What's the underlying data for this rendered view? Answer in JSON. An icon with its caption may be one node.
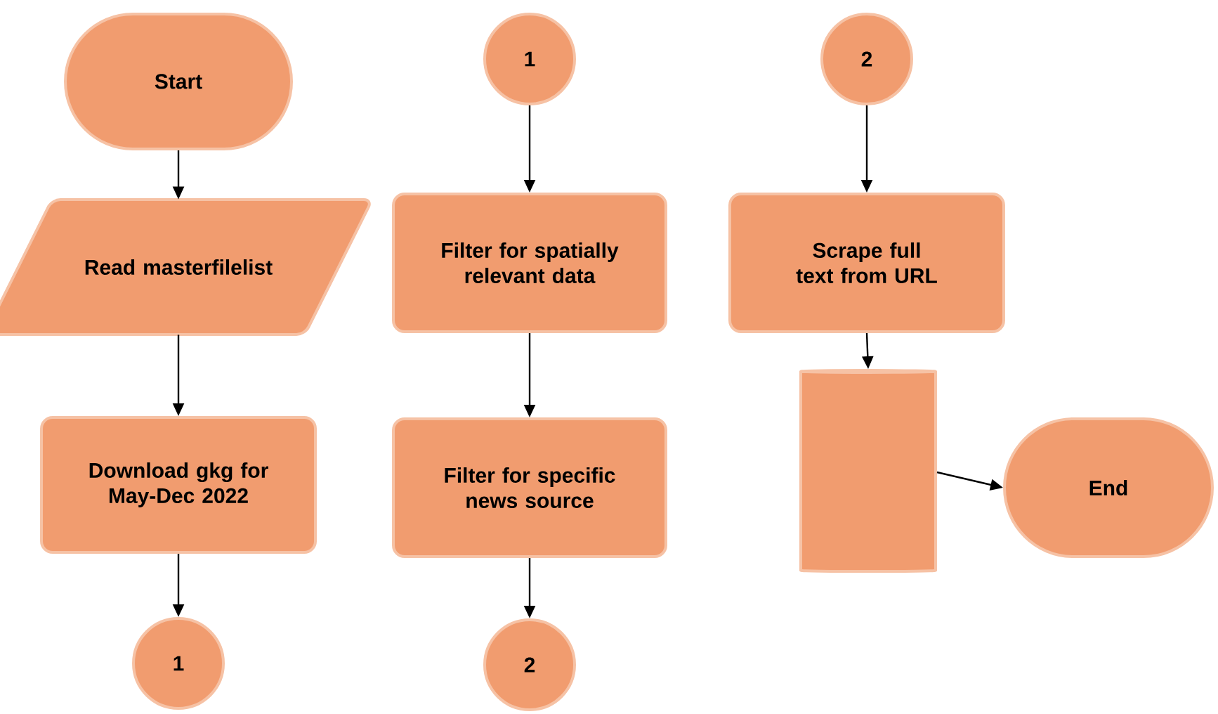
{
  "diagram": {
    "nodes": [
      {
        "text": [
          "Start"
        ]
      },
      {
        "text": [
          "Read masterfilelist"
        ]
      },
      {
        "text": [
          "Download gkg for May-Dec 2022"
        ]
      },
      {
        "text": [
          "1"
        ]
      },
      {
        "text": [
          "1"
        ]
      },
      {
        "text": [
          "Filter for spatially relevant data"
        ]
      },
      {
        "text": [
          "Filter for specific news source"
        ]
      },
      {
        "text": [
          "2"
        ]
      },
      {
        "text": [
          "2"
        ]
      },
      {
        "text": [
          "Scrape full text from URL"
        ]
      },
      {
        "text": [],
        "shape": "cylinder"
      },
      {
        "text": [
          "End"
        ]
      }
    ],
    "edges": [
      {
        "from": 0,
        "to": 1,
        "arrow": "to"
      },
      {
        "from": 1,
        "to": 2,
        "arrow": "to"
      },
      {
        "from": 2,
        "to": 3,
        "arrow": "to"
      },
      {
        "from": 4,
        "to": 5,
        "arrow": "to"
      },
      {
        "from": 5,
        "to": 6,
        "arrow": "to"
      },
      {
        "from": 6,
        "to": 7,
        "arrow": "to"
      },
      {
        "from": 8,
        "to": 9,
        "arrow": "to"
      },
      {
        "from": 9,
        "to": 10,
        "arrow": "to"
      },
      {
        "from": 10,
        "to": 11,
        "arrow": "to"
      }
    ]
  }
}
